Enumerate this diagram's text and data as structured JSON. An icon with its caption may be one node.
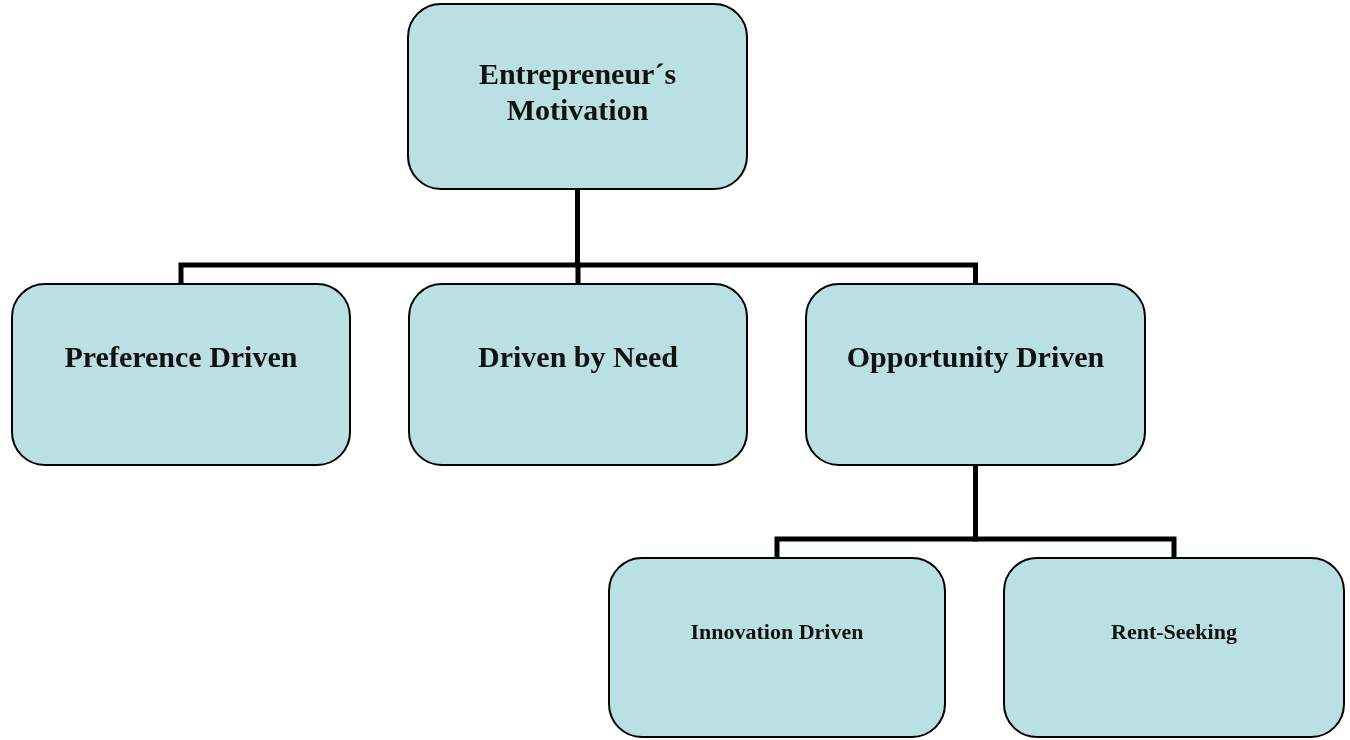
{
  "diagram": {
    "nodes": [
      {
        "text": [
          "Entrepreneur´s Motivation"
        ]
      },
      {
        "text": [
          "Preference Driven"
        ]
      },
      {
        "text": [
          "Driven by Need"
        ]
      },
      {
        "text": [
          "Opportunity Driven"
        ]
      },
      {
        "text": [
          "Innovation Driven"
        ]
      },
      {
        "text": [
          "Rent-Seeking"
        ]
      }
    ],
    "edges": [
      {
        "from": 0,
        "to": 1,
        "arrow": "none"
      },
      {
        "from": 0,
        "to": 2,
        "arrow": "none"
      },
      {
        "from": 0,
        "to": 3,
        "arrow": "none"
      },
      {
        "from": 3,
        "to": 4,
        "arrow": "none"
      },
      {
        "from": 3,
        "to": 5,
        "arrow": "none"
      }
    ]
  }
}
